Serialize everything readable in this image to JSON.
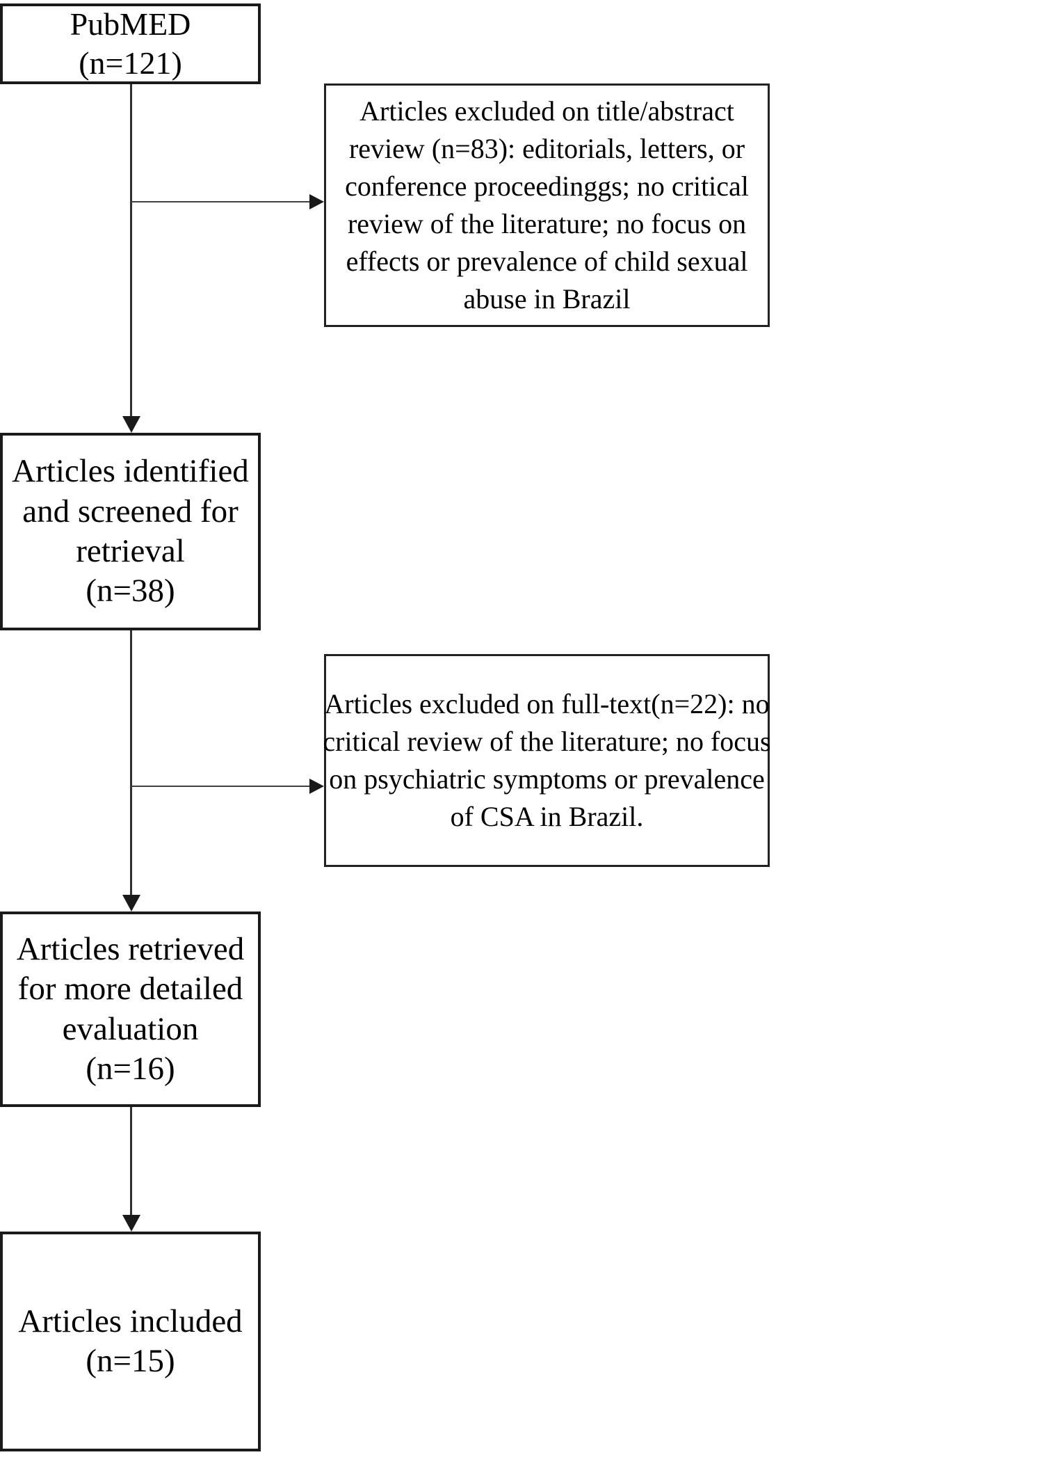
{
  "diagram": {
    "type": "prisma-flow-diagram",
    "orientation": "vertical",
    "colors": {
      "box_border": "#1a1a1a",
      "connector": "#303030",
      "background": "#ffffff",
      "text": "#000000"
    },
    "stages": [
      {
        "id": "source",
        "lines": [
          "PubMED",
          "(n=121)"
        ],
        "count": 121
      },
      {
        "id": "screened",
        "lines": [
          "Articles identified",
          "and screened for",
          "retrieval",
          "(n=38)"
        ],
        "count": 38
      },
      {
        "id": "retrieved",
        "lines": [
          "Articles retrieved",
          "for more detailed",
          "evaluation",
          "(n=16)"
        ],
        "count": 16
      },
      {
        "id": "included",
        "lines": [
          "Articles included",
          "(n=15)"
        ],
        "count": 15
      }
    ],
    "exclusions": [
      {
        "id": "excluded-title-abstract",
        "lines": [
          "Articles excluded on title/abstract",
          "review (n=83): editorials, letters, or",
          "conference proceedinggs; no critical",
          "review of the literature; no focus on",
          "effects or prevalence of child sexual",
          "abuse in Brazil"
        ],
        "count": 83
      },
      {
        "id": "excluded-full-text",
        "lines": [
          "Articles excluded on full-text(n=22): no",
          "critical review of the literature; no focus",
          "on psychiatric symptoms or prevalence",
          "of CSA in Brazil."
        ],
        "count": 22
      }
    ]
  }
}
